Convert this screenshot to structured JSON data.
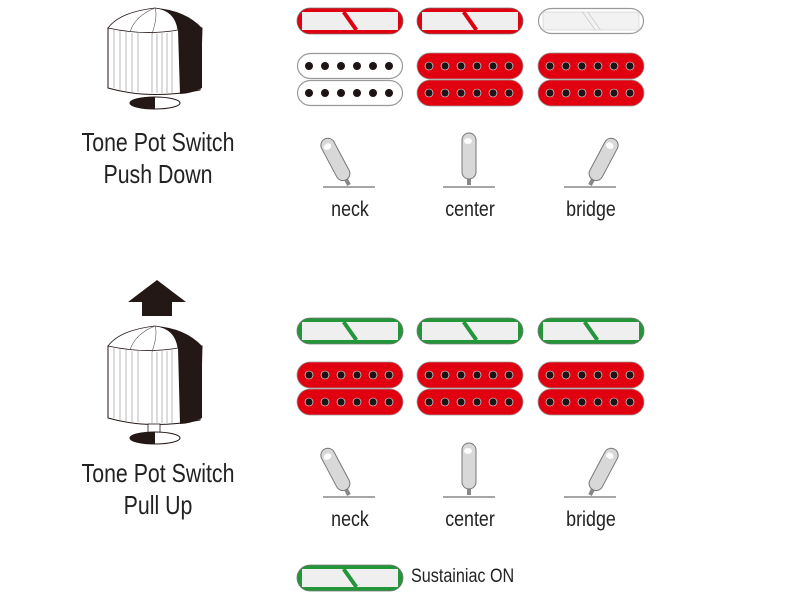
{
  "colors": {
    "active_red": "#e0000f",
    "sustainiac_green": "#23963a",
    "inactive_outline": "#9a9a9a",
    "bar_fill": "#efefef",
    "pole": "#1e1414",
    "knob_dark": "#231815"
  },
  "sections": [
    {
      "id": "push-down",
      "caption_line1": "Tone Pot Switch",
      "caption_line2": "Push Down",
      "arrow": false,
      "positions": [
        {
          "label": "neck",
          "single": "red",
          "humbucker": "off",
          "lever": "left"
        },
        {
          "label": "center",
          "single": "red",
          "humbucker": "red",
          "lever": "center"
        },
        {
          "label": "bridge",
          "single": "off",
          "humbucker": "red",
          "lever": "right"
        }
      ]
    },
    {
      "id": "pull-up",
      "caption_line1": "Tone Pot Switch",
      "caption_line2": "Pull Up",
      "arrow": true,
      "positions": [
        {
          "label": "neck",
          "single": "green",
          "humbucker": "red",
          "lever": "left"
        },
        {
          "label": "center",
          "single": "green",
          "humbucker": "red",
          "lever": "center"
        },
        {
          "label": "bridge",
          "single": "green",
          "humbucker": "red",
          "lever": "right"
        }
      ]
    }
  ],
  "legend": {
    "label": "Sustainiac ON",
    "state": "green"
  }
}
